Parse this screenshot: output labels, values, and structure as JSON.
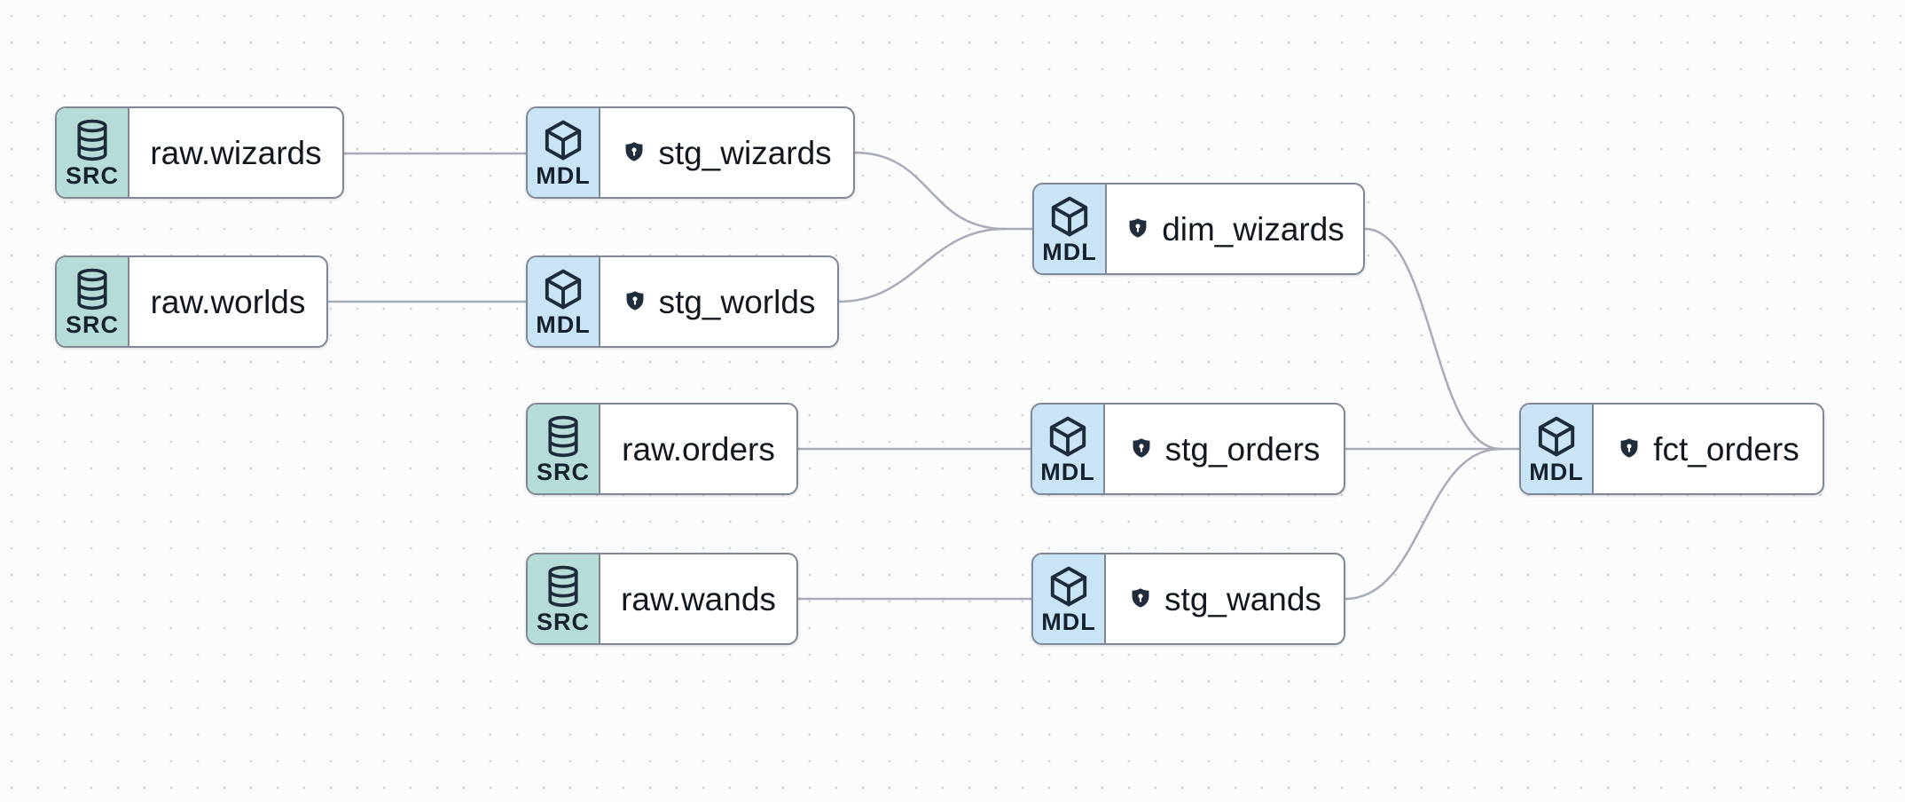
{
  "canvas": {
    "background_color": "#fcfcfc",
    "dot_color": "#d2d2d2",
    "edge_color": "#a7acb8",
    "node_border_color": "#808795",
    "src_section_color": "#b6dcd8",
    "mdl_section_color": "#c9e4f6",
    "icon_color": "#1d2b3a"
  },
  "nodes": [
    {
      "id": "raw_wizards",
      "label": "raw.wizards",
      "type_label": "SRC",
      "icon": "database-icon",
      "protected": false
    },
    {
      "id": "raw_worlds",
      "label": "raw.worlds",
      "type_label": "SRC",
      "icon": "database-icon",
      "protected": false
    },
    {
      "id": "raw_orders",
      "label": "raw.orders",
      "type_label": "SRC",
      "icon": "database-icon",
      "protected": false
    },
    {
      "id": "raw_wands",
      "label": "raw.wands",
      "type_label": "SRC",
      "icon": "database-icon",
      "protected": false
    },
    {
      "id": "stg_wizards",
      "label": "stg_wizards",
      "type_label": "MDL",
      "icon": "cube-icon",
      "protected": true
    },
    {
      "id": "stg_worlds",
      "label": "stg_worlds",
      "type_label": "MDL",
      "icon": "cube-icon",
      "protected": true
    },
    {
      "id": "stg_orders",
      "label": "stg_orders",
      "type_label": "MDL",
      "icon": "cube-icon",
      "protected": true
    },
    {
      "id": "stg_wands",
      "label": "stg_wands",
      "type_label": "MDL",
      "icon": "cube-icon",
      "protected": true
    },
    {
      "id": "dim_wizards",
      "label": "dim_wizards",
      "type_label": "MDL",
      "icon": "cube-icon",
      "protected": true
    },
    {
      "id": "fct_orders",
      "label": "fct_orders",
      "type_label": "MDL",
      "icon": "cube-icon",
      "protected": true
    }
  ],
  "edges": [
    {
      "from": "raw.wizards",
      "to": "stg_wizards"
    },
    {
      "from": "raw.worlds",
      "to": "stg_worlds"
    },
    {
      "from": "raw.orders",
      "to": "stg_orders"
    },
    {
      "from": "raw.wands",
      "to": "stg_wands"
    },
    {
      "from": "stg_wizards",
      "to": "dim_wizards"
    },
    {
      "from": "stg_worlds",
      "to": "dim_wizards"
    },
    {
      "from": "stg_orders",
      "to": "fct_orders"
    },
    {
      "from": "stg_wands",
      "to": "fct_orders"
    },
    {
      "from": "dim_wizards",
      "to": "fct_orders"
    }
  ]
}
